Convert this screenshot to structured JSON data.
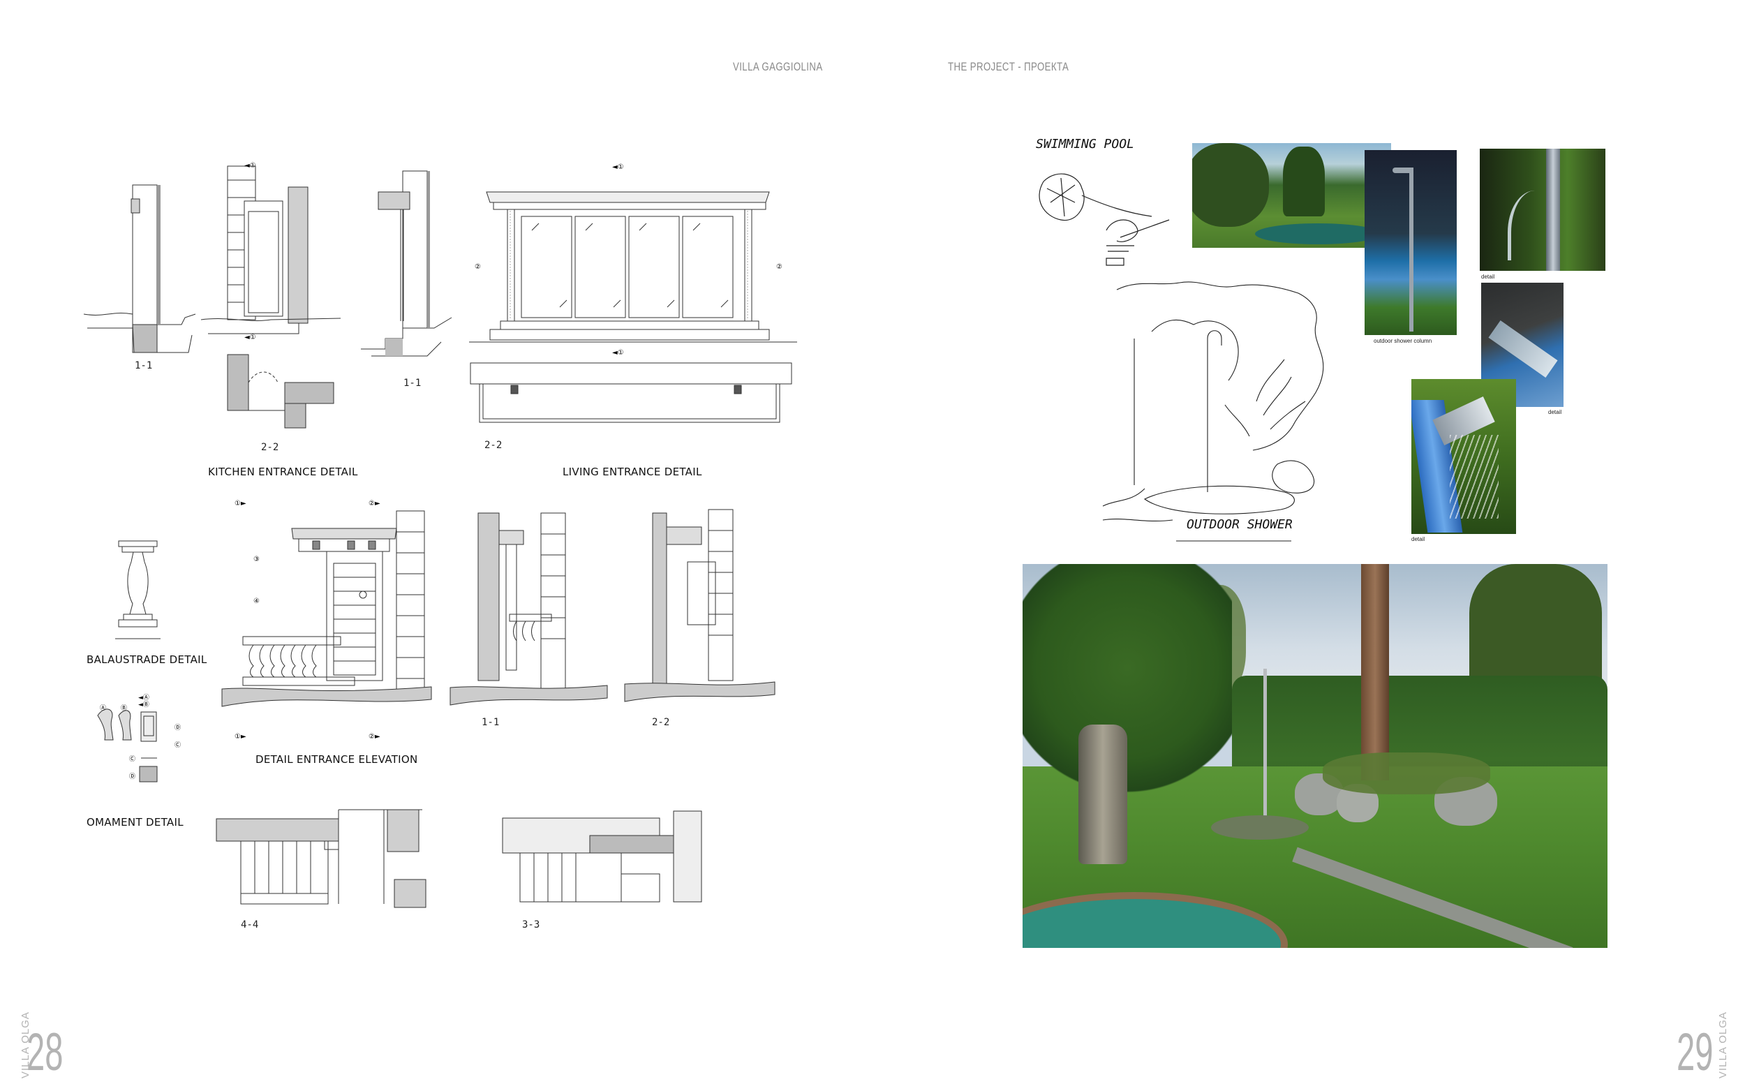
{
  "header": {
    "left_title": "VILLA GAGGIOLINA",
    "right_title": "THE PROJECT - ПРОЕКТА"
  },
  "left_page": {
    "labels": {
      "kitchen": "KITCHEN ENTRANCE DETAIL",
      "living": "LIVING ENTRANCE DETAIL",
      "balaustrade": "BALAUSTRADE DETAIL",
      "entrance_elevation": "DETAIL ENTRANCE ELEVATION",
      "ornament": "OMAMENT DETAIL"
    },
    "sections": {
      "k11": "1-1",
      "k22": "2-2",
      "l11": "1-1",
      "l22": "2-2",
      "e11": "1-1",
      "e22": "2-2",
      "s44": "4-4",
      "s33": "3-3"
    },
    "markers": {
      "one": "1",
      "two": "2",
      "three": "3",
      "four": "4",
      "a": "A",
      "b": "B",
      "c": "C",
      "d": "D"
    },
    "page_number": "28",
    "footer_vertical": "VILLA OLGA"
  },
  "right_page": {
    "sketch_titles": {
      "pool": "SWIMMING POOL",
      "shower": "OUTDOOR SHOWER"
    },
    "photo_captions": {
      "detail_1": "detail",
      "shower_column": "outdoor shower column",
      "detail_2": "detail",
      "detail_3": "detail"
    },
    "page_number": "29",
    "footer_vertical": "VILLA OLGA"
  },
  "colors": {
    "header_gray": "#8a8a8a",
    "page_number_gray": "#b3b3b3",
    "lawn_green": "#4f8a2e",
    "hedge_green": "#2f5d22",
    "sky": "#c9d6e3",
    "pool_water": "#2f8f7f"
  }
}
